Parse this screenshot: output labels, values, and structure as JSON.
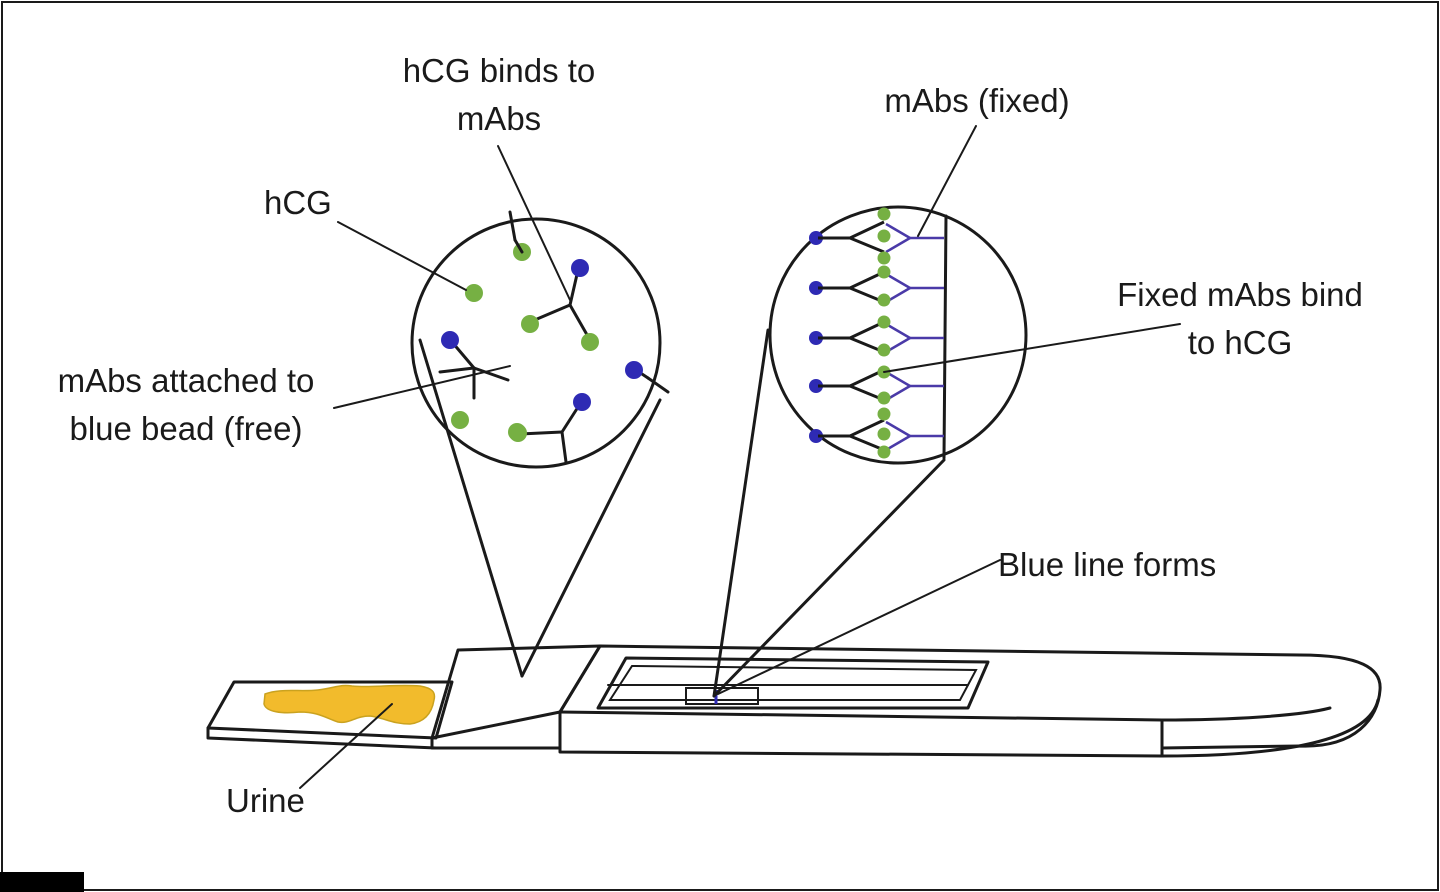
{
  "labels": {
    "hcg_binds": [
      "hCG binds to",
      "mAbs"
    ],
    "hcg": "hCG",
    "mabs_free": [
      "mAbs attached to",
      "blue bead (free)"
    ],
    "mabs_fixed": "mAbs (fixed)",
    "fixed_bind": [
      "Fixed mAbs bind",
      "to hCG"
    ],
    "blue_line": "Blue line forms",
    "urine": "Urine"
  },
  "colors": {
    "hcg_green": "#76b043",
    "bead_blue": "#2e2ab4",
    "fixed_mab_purple": "#4a3aa8",
    "urine_yellow": "#f2bb2c",
    "ink": "#1a1a1a"
  }
}
